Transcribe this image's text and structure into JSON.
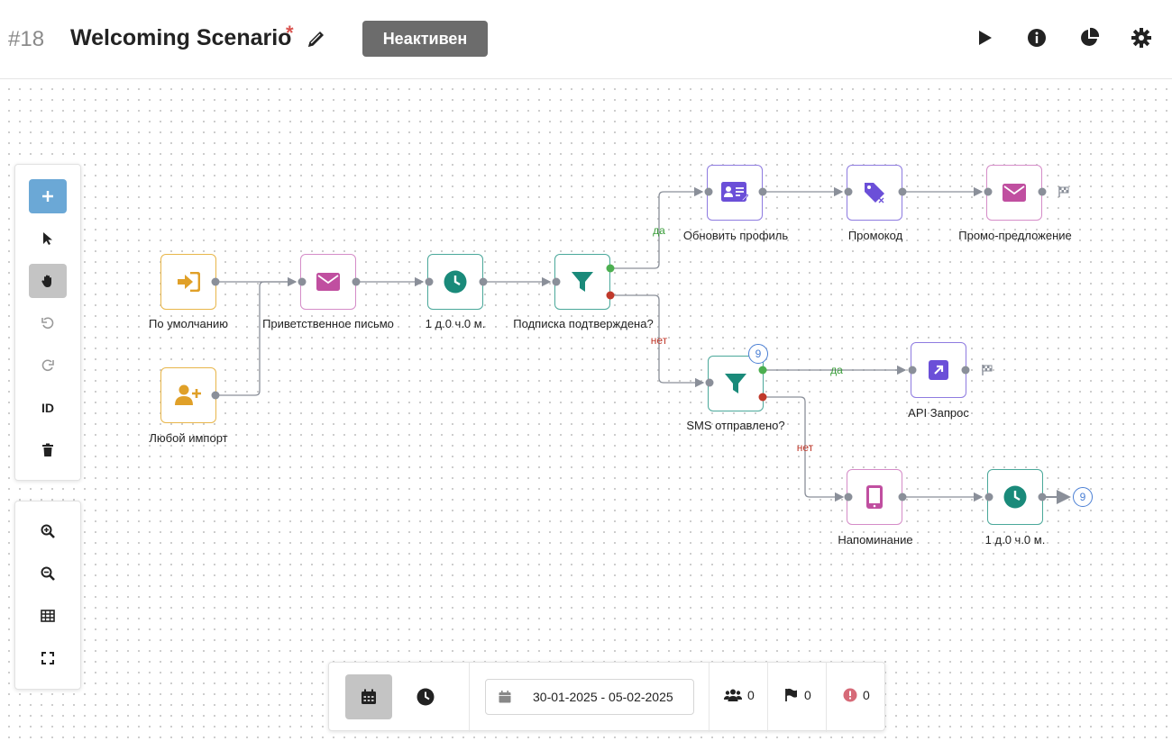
{
  "header": {
    "id": "#18",
    "title": "Welcoming Scenario",
    "unsaved_marker": "*",
    "status": "Неактивен"
  },
  "icons": {
    "edit": "pencil-icon",
    "run": "play-icon",
    "info": "info-icon",
    "stats": "pie-chart-icon",
    "settings": "gear-icon"
  },
  "colors": {
    "accent_blue": "#6ba8d6",
    "status_gray": "#6c6c6c",
    "entry": "#e8a317",
    "email": "#c04fa0",
    "delay": "#1a8a7a",
    "profile": "#6b4fd8",
    "yes": "#3a9d3a",
    "no": "#c0392b"
  },
  "toolbar": {
    "id_label": "ID"
  },
  "nodes": {
    "default": "По умолчанию",
    "any_import": "Любой импорт",
    "welcome_email": "Приветственное письмо",
    "delay1": "1 д.0 ч.0 м.",
    "subscribed": "Подписка подтверждена?",
    "update_profile": "Обновить профиль",
    "promocode": "Промокод",
    "promo_offer": "Промо-предложение",
    "sms_sent": "SMS отправлено?",
    "api_request": "API Запрос",
    "reminder": "Напоминание",
    "delay2": "1 д.0 ч.0 м."
  },
  "edges": {
    "yes": "да",
    "no": "нет"
  },
  "counters": {
    "sms_node": "9",
    "loop_target": "9"
  },
  "stats": {
    "date_range": "30-01-2025 - 05-02-2025",
    "contacts": "0",
    "goals": "0",
    "errors": "0"
  }
}
